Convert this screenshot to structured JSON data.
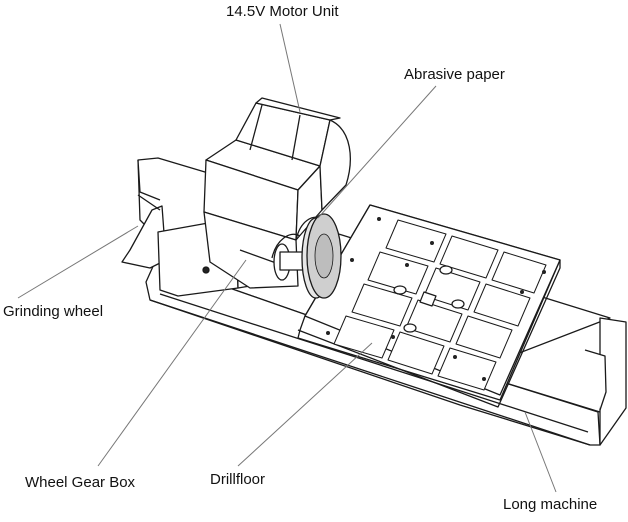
{
  "labels": {
    "motor_unit": "14.5V Motor Unit",
    "abrasive_paper": "Abrasive paper",
    "grinding_wheel": "Grinding wheel",
    "wheel_gear_box": "Wheel Gear Box",
    "drillfloor": "Drillfloor",
    "long_machine": "Long machine"
  },
  "colors": {
    "line": "#1a1a1a",
    "leader": "#777777",
    "fill": "#ffffff",
    "shade": "#e6e6e6",
    "wheel": "#cfcfcf"
  }
}
